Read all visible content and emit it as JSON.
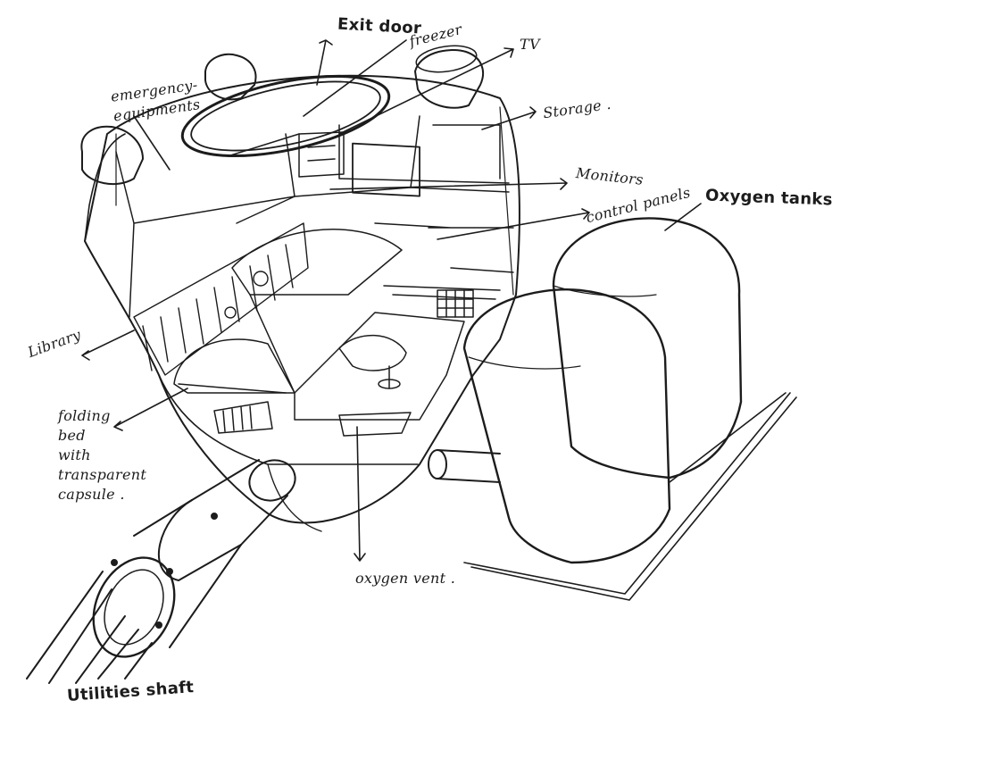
{
  "labels": {
    "exit_door": "Exit door",
    "freezer": "freezer",
    "tv": "TV",
    "emergency_equipments": [
      "emergency-",
      "equipments"
    ],
    "storage": "Storage .",
    "monitors": "Monitors",
    "control_panels": "control panels",
    "oxygen_tanks": "Oxygen tanks",
    "library": "Library",
    "folding_bed": [
      "folding",
      "bed",
      "with",
      "transparent",
      "capsule ."
    ],
    "oxygen_vent": "oxygen vent .",
    "utilities_shaft": "Utilities shaft"
  },
  "colors": {
    "ink": "#1c1c1c",
    "paper": "#ffffff"
  }
}
